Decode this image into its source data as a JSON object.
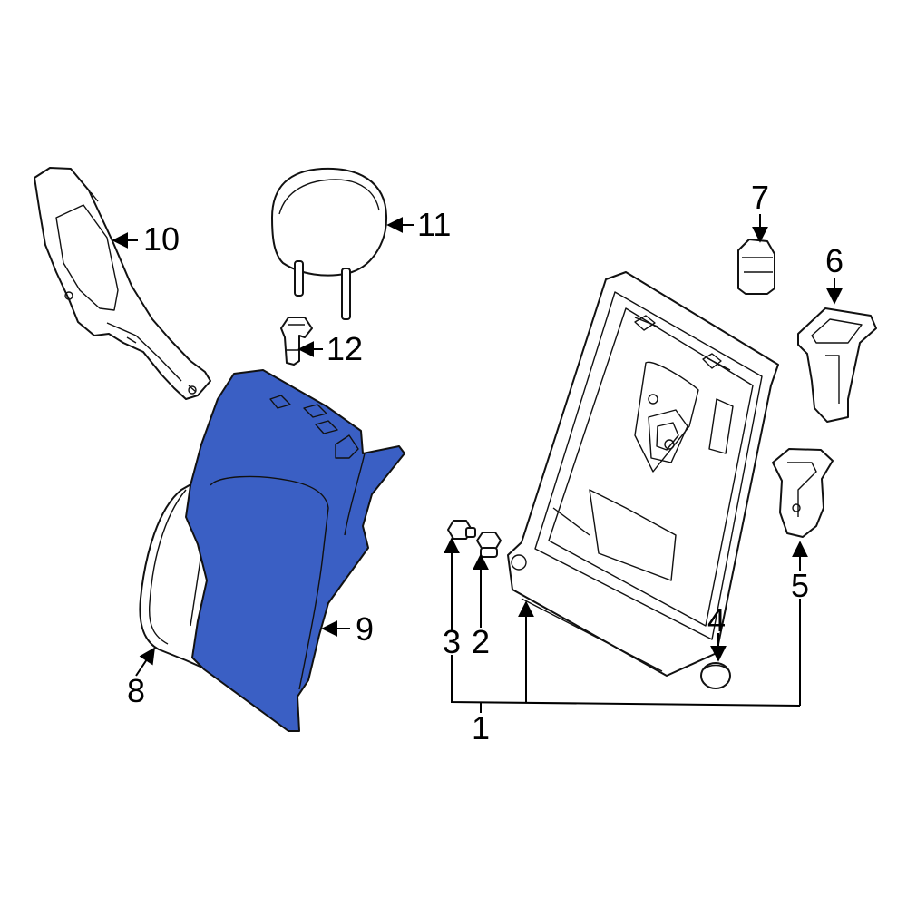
{
  "diagram": {
    "highlight_color": "#3a5fc4",
    "callouts": [
      "1",
      "2",
      "3",
      "4",
      "5",
      "6",
      "7",
      "8",
      "9",
      "10",
      "11",
      "12"
    ]
  }
}
